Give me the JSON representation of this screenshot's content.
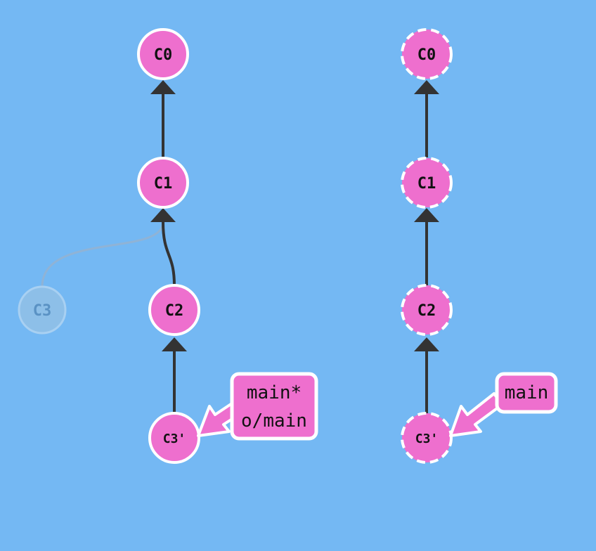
{
  "colors": {
    "background": "#74b8f3",
    "commit_fill": "#ee6fce",
    "commit_stroke": "#ffffff",
    "edge": "#333333",
    "ghost_fill": "#8dbfe8",
    "ghost_stroke": "#a8d0f2",
    "ghost_text": "#5a92c4",
    "ghost_edge": "#8fb3d6",
    "branch_fill": "#ee6fce",
    "branch_stroke": "#ffffff"
  },
  "local_repo": {
    "commits": [
      {
        "id": "c0",
        "label": "C0"
      },
      {
        "id": "c1",
        "label": "C1"
      },
      {
        "id": "c2",
        "label": "C2"
      },
      {
        "id": "c3p",
        "label": "C3'"
      }
    ],
    "ghost_commit": {
      "label": "C3"
    },
    "branch_tag": {
      "lines": [
        "main*",
        "o/main"
      ]
    }
  },
  "remote_repo": {
    "commits": [
      {
        "id": "c0",
        "label": "C0"
      },
      {
        "id": "c1",
        "label": "C1"
      },
      {
        "id": "c2",
        "label": "C2"
      },
      {
        "id": "c3p",
        "label": "C3'"
      }
    ],
    "branch_tag": {
      "lines": [
        "main"
      ]
    }
  }
}
